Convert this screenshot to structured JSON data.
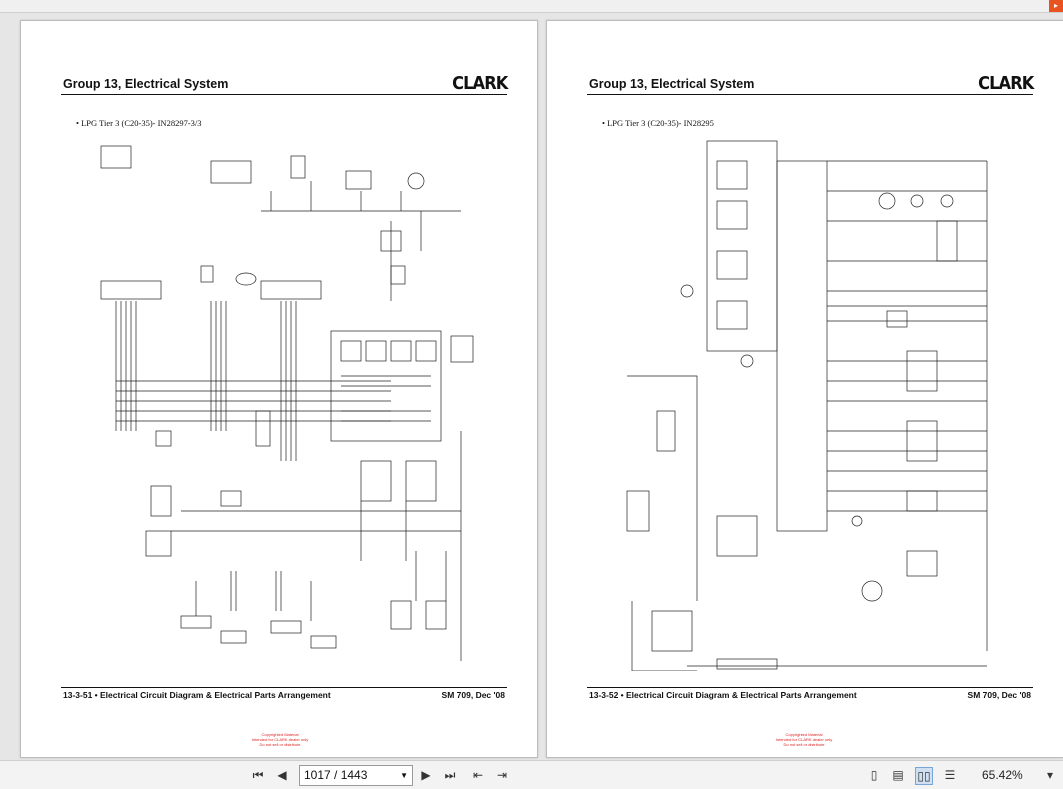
{
  "colors": {
    "page_bg": "#ffffff",
    "viewer_bg": "#e6e6e6",
    "ink": "#111111",
    "watermark": "#d22222",
    "accent": "#e8531f"
  },
  "pages": [
    {
      "header_title": "Group 13, Electrical System",
      "logo": "CLARK",
      "bullet": "•  LPG Tier 3 (C20-35)- IN28297-3/3",
      "footer_left": "13-3-51 • Electrical Circuit Diagram & Electrical Parts Arrangement",
      "footer_right": "SM 709, Dec '08",
      "copyright": [
        "Copyrighted Material",
        "Intended for CLARK dealer only",
        "Do not sell or distribute"
      ]
    },
    {
      "header_title": "Group 13, Electrical System",
      "logo": "CLARK",
      "bullet": "•  LPG Tier 3 (C20-35)- IN28295",
      "footer_left": "13-3-52 • Electrical Circuit Diagram & Electrical Parts Arrangement",
      "footer_right": "SM 709, Dec '08",
      "copyright": [
        "Copyrighted Material",
        "Intended for CLARK dealer only",
        "Do not sell or distribute"
      ]
    }
  ],
  "toolbar": {
    "first_icon": "first-page-icon",
    "prev_icon": "previous-page-icon",
    "page_value": "1017 / 1443",
    "next_icon": "next-page-icon",
    "last_icon": "last-page-icon",
    "prev_view_icon": "previous-view-icon",
    "next_view_icon": "next-view-icon",
    "view_modes": [
      "single-page-icon",
      "continuous-icon",
      "two-page-icon",
      "scrolling-icon"
    ],
    "zoom": "65.42%"
  }
}
